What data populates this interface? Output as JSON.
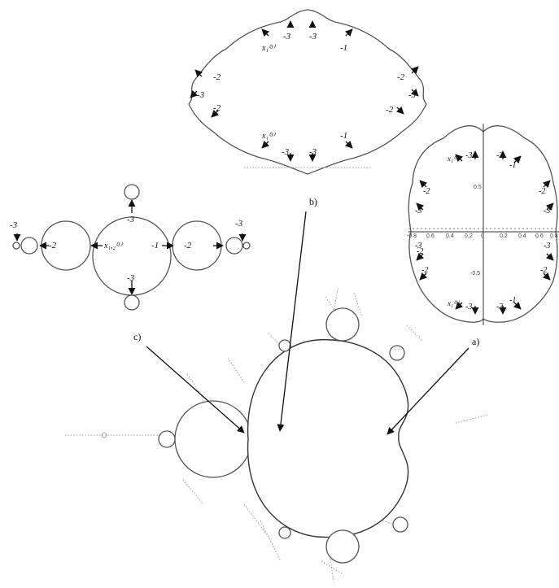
{
  "panel_labels": {
    "a": "a)",
    "b": "b)",
    "c": "c)"
  },
  "panel_b_labels": [
    "x₁⁽³⁾",
    "-3",
    "-3",
    "-1",
    "-2",
    "-3",
    "-2",
    "-2",
    "-3",
    "-2",
    "x₁⁽³⁾",
    "-1",
    "-3",
    "-3"
  ],
  "panel_a_labels": [
    "x₁⁽³⁾",
    "-3",
    "-3",
    "-1",
    "-2",
    "-3",
    "-2",
    "-3",
    "-2",
    "-3",
    "-3",
    "-2",
    "-2",
    "x₁⁽³⁾",
    "-3",
    "-3",
    "-1"
  ],
  "panel_a_ticks": {
    "x": [
      "-0.8",
      "0.6",
      "0.4",
      "0.2",
      "0",
      "0.2",
      "0.4",
      "0.6",
      "0.8"
    ],
    "y": [
      "0.5",
      "-0.5"
    ]
  },
  "panel_c_labels": [
    "-3",
    "-2",
    "x₁,₂⁽³⁾",
    "-3",
    "-1",
    "-3",
    "-2",
    "-3"
  ]
}
